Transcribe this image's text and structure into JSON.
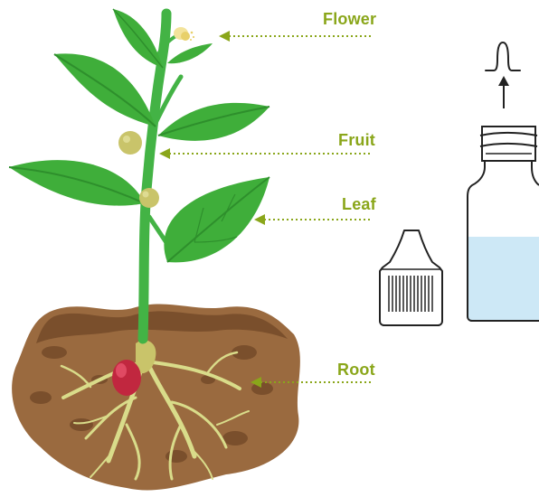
{
  "labels": {
    "flower": "Flower",
    "fruit": "Fruit",
    "leaf": "Leaf",
    "root": "Root"
  },
  "colors": {
    "accent": "#8aa61a",
    "soil": "#9a6a3f",
    "soil_dark": "#7a4f2c",
    "leaf": "#3fae3a",
    "leaf_dark": "#2e8f2c",
    "stem": "#43b345",
    "root": "#d9dc8a",
    "fruit": "#c9c46a",
    "seed": "#c1273f",
    "liquid": "#cde8f6",
    "outline": "#222222"
  },
  "icons": [
    "up-arrow-icon",
    "flame-peak-icon"
  ]
}
